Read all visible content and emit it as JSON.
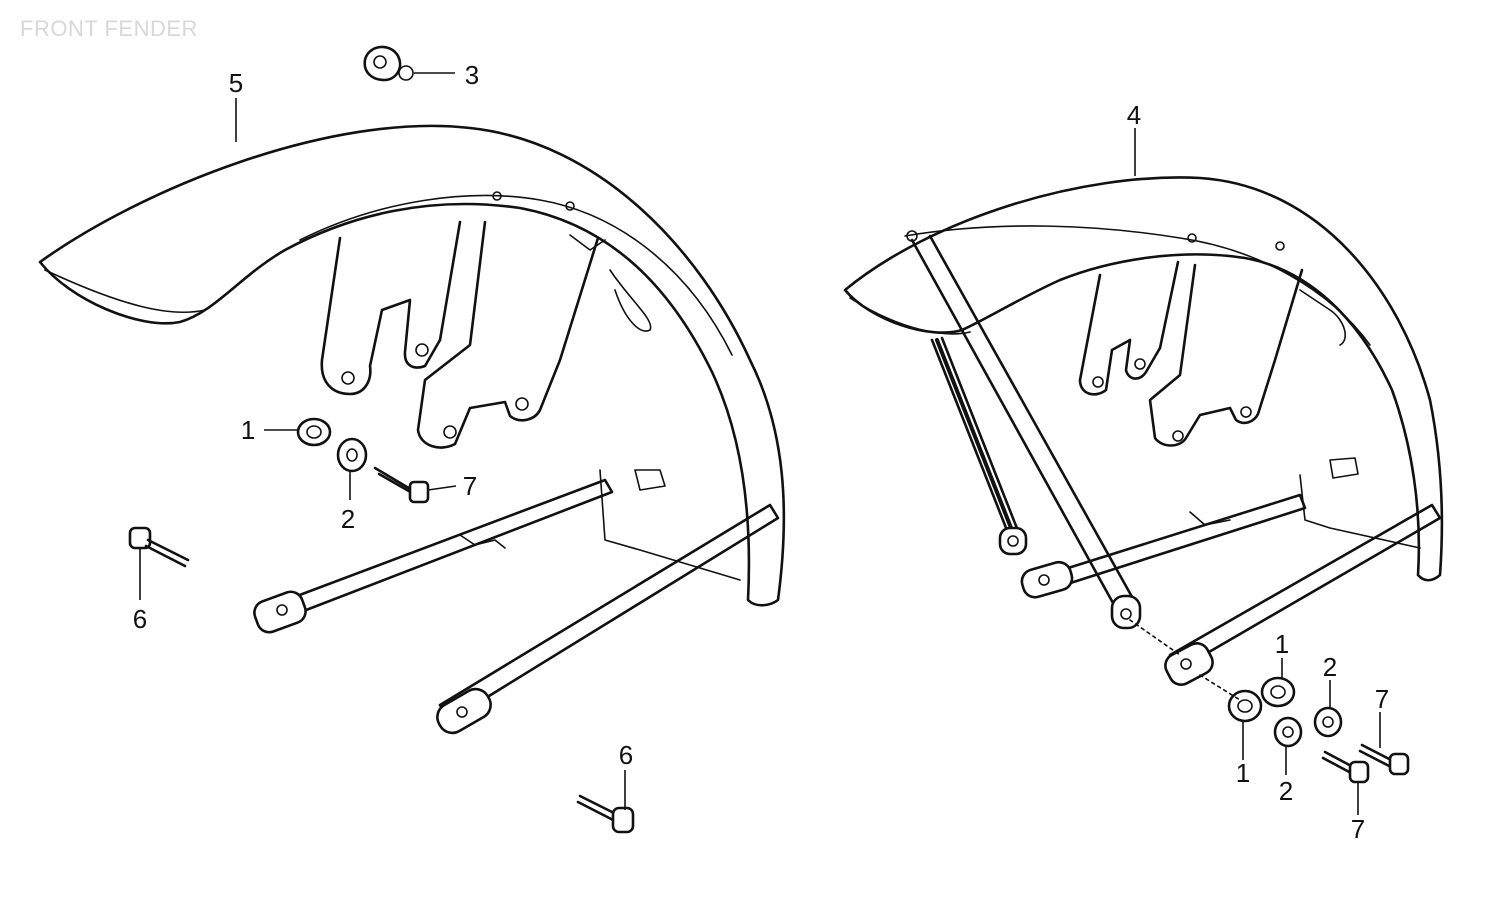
{
  "diagram": {
    "caption": "FRONT FENDER",
    "colors": {
      "ink": "#111111",
      "caption": "#d8d8d8",
      "background": "#ffffff"
    },
    "assemblies": [
      {
        "id": "fender-left",
        "part_number": "5"
      },
      {
        "id": "fender-right",
        "part_number": "4"
      }
    ],
    "callouts": [
      {
        "label": "3"
      },
      {
        "label": "5"
      },
      {
        "label": "1"
      },
      {
        "label": "2"
      },
      {
        "label": "7"
      },
      {
        "label": "6"
      },
      {
        "label": "6"
      },
      {
        "label": "4"
      },
      {
        "label": "1"
      },
      {
        "label": "2"
      },
      {
        "label": "7"
      },
      {
        "label": "1"
      },
      {
        "label": "2"
      },
      {
        "label": "7"
      }
    ]
  }
}
